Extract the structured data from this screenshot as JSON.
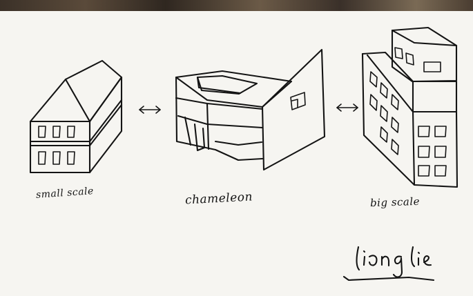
{
  "diagram": {
    "labels": {
      "small_scale": "small scale",
      "chameleon": "chameleon",
      "big_scale": "big scale"
    },
    "signature": "liong lie",
    "connectors": [
      {
        "from": "small scale",
        "to": "chameleon",
        "style": "double-arrow"
      },
      {
        "from": "chameleon",
        "to": "big scale",
        "style": "double-arrow"
      }
    ]
  },
  "colors": {
    "ink": "#141414",
    "paper": "#f6f5f1"
  }
}
